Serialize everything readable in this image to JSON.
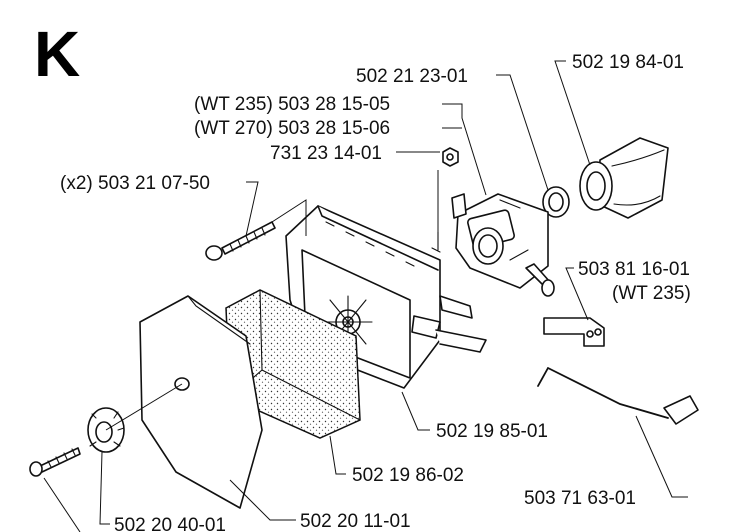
{
  "section_letter": "K",
  "labels": {
    "carb_kit": "502 21 23-01",
    "intake_elbow": "502 19 84-01",
    "carb_wt235": "(WT 235) 503 28 15-05",
    "carb_wt270": "(WT 270) 503 28 15-06",
    "nut": "731 23 14-01",
    "screw_x2": "(x2) 503 21 07-50",
    "bracket": "503 81 16-01",
    "bracket_model": "(WT 235)",
    "housing": "502 19 85-01",
    "filter": "502 19 86-02",
    "choke_rod": "503 71 63-01",
    "knob": "502 20 40-01",
    "cover": "502 20 11-01"
  }
}
